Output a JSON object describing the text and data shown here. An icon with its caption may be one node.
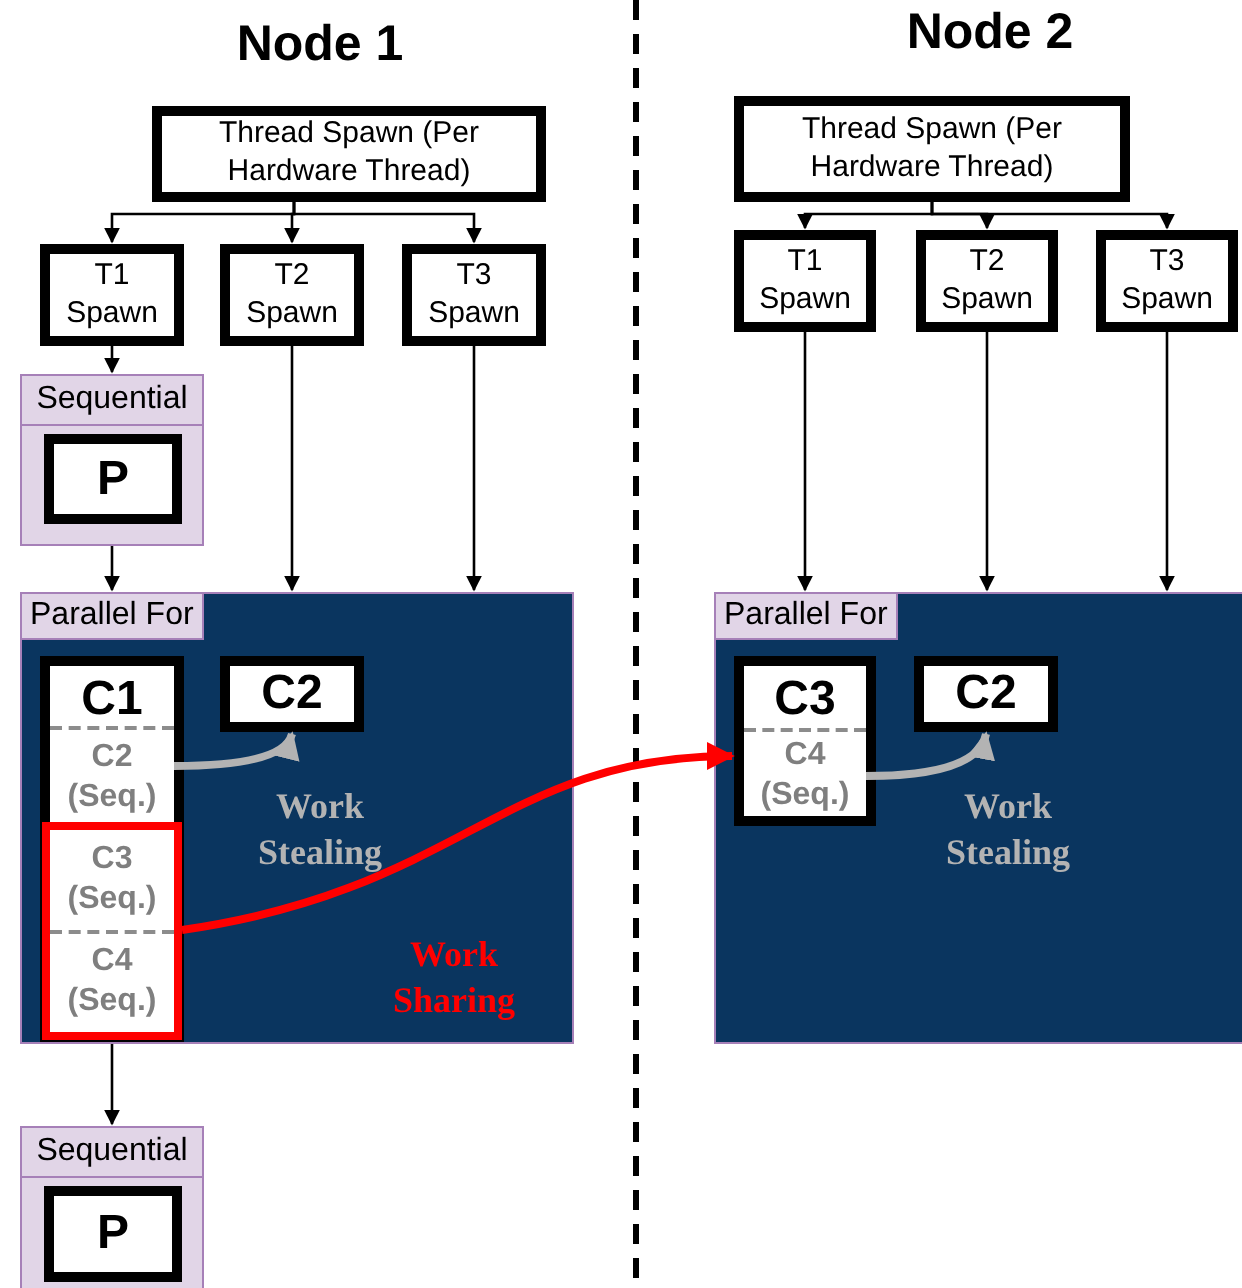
{
  "diagram": {
    "nodes": [
      {
        "text": [
          "Thread Spawn (Per Hardware Thread)"
        ]
      },
      {
        "text": [
          "T1 Spawn"
        ]
      },
      {
        "text": [
          "T2 Spawn"
        ]
      },
      {
        "text": [
          "T3 Spawn"
        ]
      },
      {
        "text": [
          "Sequential"
        ]
      },
      {
        "text": [
          "P"
        ],
        "in": 4
      },
      {
        "text": [
          "Parallel For"
        ]
      },
      {
        "text": [
          "C1"
        ],
        "in": 6
      },
      {
        "text": [
          "C2 (Seq.)"
        ],
        "in": 7
      },
      {
        "text": [],
        "shape": "box",
        "in": 7
      },
      {
        "text": [
          "C3 (Seq.)"
        ],
        "in": 9
      },
      {
        "text": [
          "C4 (Seq.)"
        ],
        "in": 9
      },
      {
        "text": [
          "C2"
        ],
        "in": 6
      },
      {
        "text": [
          "Sequential"
        ]
      },
      {
        "text": [
          "P"
        ],
        "in": 13
      },
      {
        "text": [
          "Thread Spawn (Per Hardware Thread)"
        ]
      },
      {
        "text": [
          "T1 Spawn"
        ]
      },
      {
        "text": [
          "T2 Spawn"
        ]
      },
      {
        "text": [
          "T3 Spawn"
        ]
      },
      {
        "text": [
          "Parallel For"
        ]
      },
      {
        "text": [
          "C3"
        ],
        "in": 19
      },
      {
        "text": [
          "C4 (Seq.)"
        ],
        "in": 20
      },
      {
        "text": [
          "C2"
        ],
        "in": 19
      }
    ],
    "edges": [
      {
        "from": 0,
        "to": 1,
        "arrow": "to"
      },
      {
        "from": 0,
        "to": 2,
        "arrow": "to"
      },
      {
        "from": 0,
        "to": 3,
        "arrow": "to"
      },
      {
        "from": 1,
        "to": 4,
        "arrow": "to"
      },
      {
        "from": 2,
        "to": 6,
        "arrow": "to"
      },
      {
        "from": 3,
        "to": 6,
        "arrow": "to"
      },
      {
        "from": 4,
        "to": 6,
        "arrow": "to"
      },
      {
        "from": 6,
        "to": 13,
        "arrow": "to"
      },
      {
        "from": 8,
        "to": 12,
        "arrow": "to",
        "label": "Work Stealing",
        "style": "thick",
        "color": "#b3b3b3"
      },
      {
        "from": 9,
        "to": 20,
        "arrow": "to",
        "label": "Work Sharing",
        "style": "thick",
        "color": "#ff0000"
      },
      {
        "from": 21,
        "to": 22,
        "arrow": "to",
        "label": "Work Stealing",
        "style": "thick",
        "color": "#b3b3b3"
      },
      {
        "from": 15,
        "to": 16,
        "arrow": "to"
      },
      {
        "from": 15,
        "to": 17,
        "arrow": "to"
      },
      {
        "from": 15,
        "to": 18,
        "arrow": "to"
      },
      {
        "from": 16,
        "to": 19,
        "arrow": "to"
      },
      {
        "from": 17,
        "to": 19,
        "arrow": "to"
      },
      {
        "from": 18,
        "to": 19,
        "arrow": "to"
      }
    ],
    "labels": [
      "Node 1",
      "Node 2"
    ]
  }
}
